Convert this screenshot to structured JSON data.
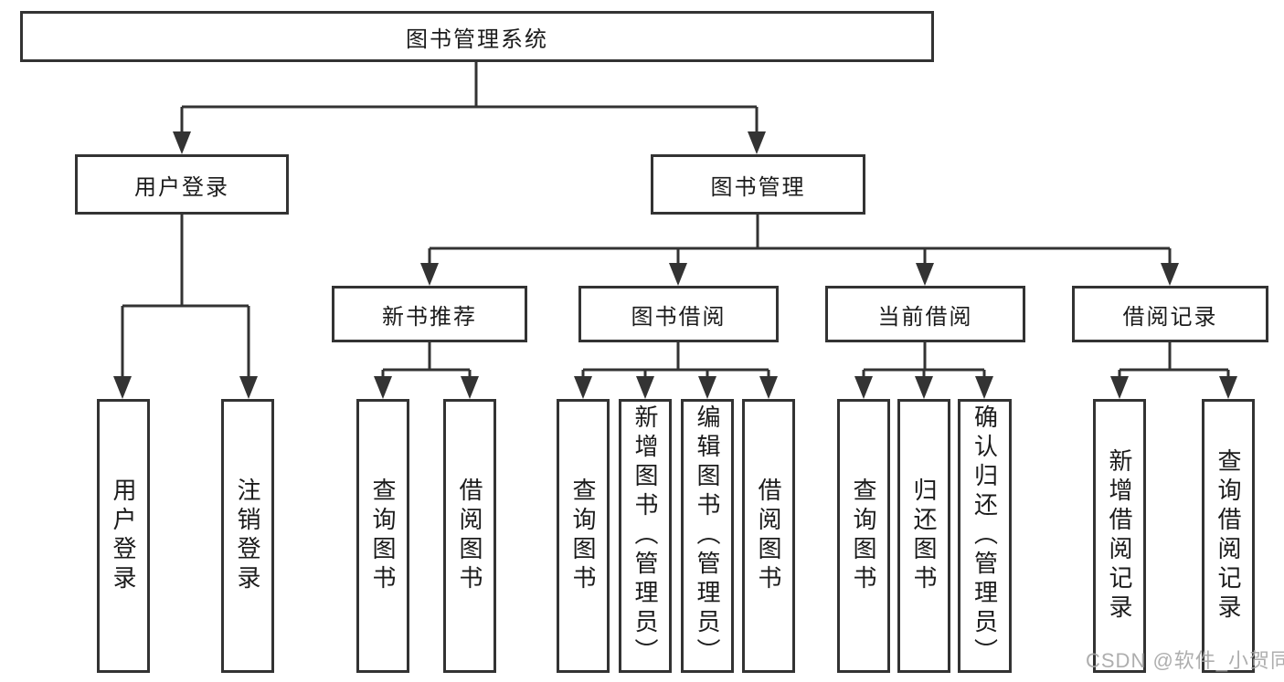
{
  "diagram": {
    "root": {
      "label": "图书管理系统"
    },
    "level2": [
      {
        "label": "用户登录"
      },
      {
        "label": "图书管理"
      }
    ],
    "level3": [
      {
        "label": "新书推荐"
      },
      {
        "label": "图书借阅"
      },
      {
        "label": "当前借阅"
      },
      {
        "label": "借阅记录"
      }
    ],
    "leafGroups": [
      {
        "parent": "用户登录",
        "children": [
          "用户登录",
          "注销登录"
        ]
      },
      {
        "parent": "新书推荐",
        "children": [
          "查询图书",
          "借阅图书"
        ]
      },
      {
        "parent": "图书借阅",
        "children": [
          "查询图书",
          "新增图书（管理员）",
          "编辑图书（管理员）",
          "借阅图书"
        ]
      },
      {
        "parent": "当前借阅",
        "children": [
          "查询图书",
          "归还图书",
          "确认归还（管理员）"
        ]
      },
      {
        "parent": "借阅记录",
        "children": [
          "新增借阅记录",
          "查询借阅记录"
        ]
      }
    ],
    "watermark": "CSDN @软件_小贺同学",
    "colors": {
      "line": "#333333",
      "text": "#1b1b1b",
      "background": "#ffffff",
      "watermark": "#a5a5a5"
    }
  }
}
